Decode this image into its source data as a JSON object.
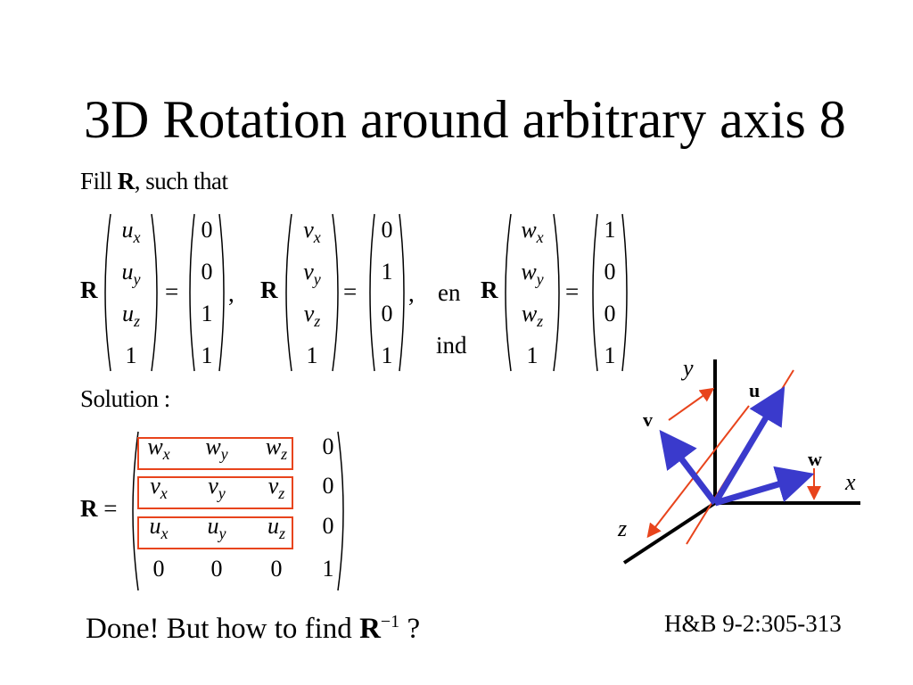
{
  "title": "3D Rotation around arbitrary axis 8",
  "fill": {
    "word": "Fill",
    "R": "R",
    "rest": ", such that"
  },
  "eq1": {
    "R": "R",
    "vec": [
      {
        "base": "u",
        "sub": "x"
      },
      {
        "base": "u",
        "sub": "y"
      },
      {
        "base": "u",
        "sub": "z"
      },
      {
        "base": "1",
        "sub": ""
      }
    ],
    "result": [
      "0",
      "0",
      "1",
      "1"
    ],
    "eq": "=",
    "comma": ","
  },
  "eq2": {
    "R": "R",
    "vec": [
      {
        "base": "v",
        "sub": "x"
      },
      {
        "base": "v",
        "sub": "y"
      },
      {
        "base": "v",
        "sub": "z"
      },
      {
        "base": "1",
        "sub": ""
      }
    ],
    "result": [
      "0",
      "1",
      "0",
      "1"
    ],
    "eq": "=",
    "comma": ","
  },
  "eq3": {
    "prefix_top": "en",
    "prefix_bottom": "ind",
    "R": "R",
    "vec": [
      {
        "base": "w",
        "sub": "x"
      },
      {
        "base": "w",
        "sub": "y"
      },
      {
        "base": "w",
        "sub": "z"
      },
      {
        "base": "1",
        "sub": ""
      }
    ],
    "result": [
      "1",
      "0",
      "0",
      "1"
    ],
    "eq": "="
  },
  "solution_label": "Solution :",
  "solution": {
    "lhs": "R =",
    "rows": [
      [
        {
          "base": "w",
          "sub": "x"
        },
        {
          "base": "w",
          "sub": "y"
        },
        {
          "base": "w",
          "sub": "z"
        },
        {
          "base": "0",
          "sub": ""
        }
      ],
      [
        {
          "base": "v",
          "sub": "x"
        },
        {
          "base": "v",
          "sub": "y"
        },
        {
          "base": "v",
          "sub": "z"
        },
        {
          "base": "0",
          "sub": ""
        }
      ],
      [
        {
          "base": "u",
          "sub": "x"
        },
        {
          "base": "u",
          "sub": "y"
        },
        {
          "base": "u",
          "sub": "z"
        },
        {
          "base": "0",
          "sub": ""
        }
      ],
      [
        {
          "base": "0",
          "sub": ""
        },
        {
          "base": "0",
          "sub": ""
        },
        {
          "base": "0",
          "sub": ""
        },
        {
          "base": "1",
          "sub": ""
        }
      ]
    ],
    "highlight_color": "#e8441c"
  },
  "done": {
    "text": "Done! But how to find ",
    "R": "R",
    "sup": "−1",
    "tail": " ?"
  },
  "reference": "H&B 9-2:305-313",
  "diagram": {
    "labels": {
      "y": "y",
      "x": "x",
      "z": "z",
      "u": "u",
      "v": "v",
      "w": "w"
    },
    "axis_color": "#000000",
    "vector_color": "#3a3acc",
    "helper_color": "#e8441c"
  }
}
